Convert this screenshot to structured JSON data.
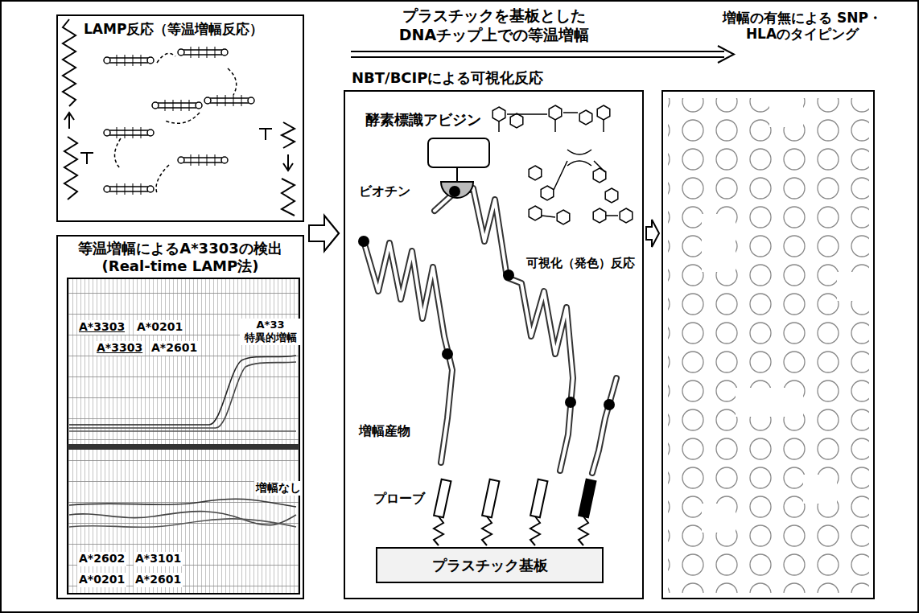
{
  "diagram": {
    "nodes": [
      {
        "text": [
          "LAMP反応（等温増幅反応）"
        ]
      },
      {
        "text": [
          "等温増幅によるA*3303の検出 (Real-time LAMP法)"
        ]
      },
      {
        "text": [
          "NBT/BCIPによる可視化反応"
        ]
      },
      {
        "text": [
          "プラスチック基板"
        ],
        "in": 2
      },
      {
        "text": [
          "増幅の有無による SNP・HLAのタイピング"
        ]
      }
    ],
    "edges": [
      {
        "from": 0,
        "to": 2,
        "arrow": "to"
      },
      {
        "from": 1,
        "to": 2,
        "arrow": "to"
      },
      {
        "from": 2,
        "to": 4,
        "arrow": "to"
      }
    ],
    "labels": [
      "プラスチックを基板とした DNAチップ上での等温増幅",
      "A*3303",
      "A*0201",
      "A*3303",
      "A*2601",
      "A*33 特異的増幅",
      "増幅なし",
      "A*2602",
      "A*3101",
      "A*0201",
      "A*2601",
      "酵素標識アビジン",
      "可視化（発色）反応",
      "ビオチン",
      "増幅産物",
      "プローブ"
    ]
  }
}
